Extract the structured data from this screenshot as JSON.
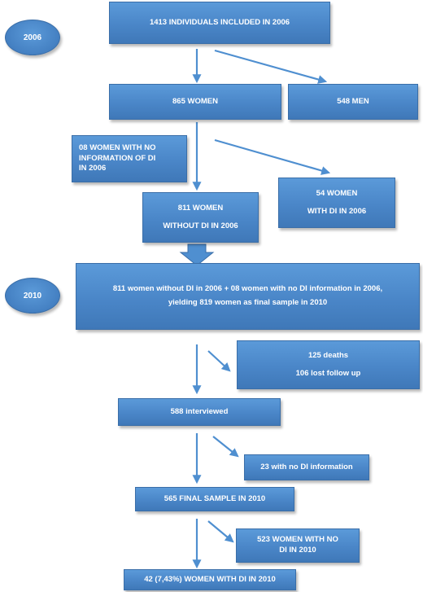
{
  "years": {
    "y2006": "2006",
    "y2010": "2010"
  },
  "boxes": {
    "total": "1413 INDIVIDUALS INCLUDED IN 2006",
    "women": "865 WOMEN",
    "men": "548 MEN",
    "no_info": [
      "08 WOMEN WITH NO",
      "INFORMATION OF DI",
      "IN 2006"
    ],
    "without_di": [
      "811 WOMEN",
      "WITHOUT DI IN 2006"
    ],
    "with_di": [
      "54 WOMEN",
      "WITH DI IN 2006"
    ],
    "final_2010": [
      "811 women without DI in 2006 + 08 women with no DI information in 2006,",
      "yielding 819 women as final sample in 2010"
    ],
    "deaths_lost": [
      "125 deaths",
      "106 lost follow up"
    ],
    "interviewed": "588 interviewed",
    "no_di_info": "23 with no DI information",
    "final_sample": "565 FINAL SAMPLE IN 2010",
    "women_no_di": [
      "523 WOMEN WITH NO",
      "DI IN 2010"
    ],
    "women_di": "42 (7,43%) WOMEN WITH DI IN 2010"
  },
  "colors": {
    "box_fill": "#4a86c8",
    "arrow": "#4f8fd0"
  }
}
